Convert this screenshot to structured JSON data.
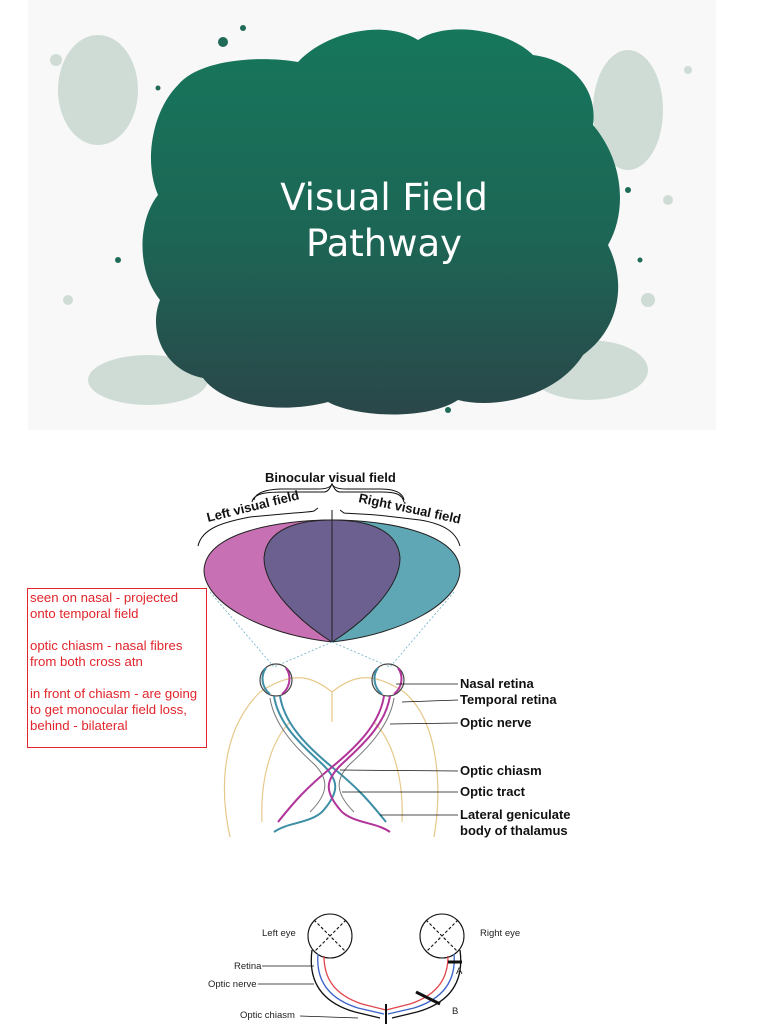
{
  "slide": {
    "title_line1": "Visual Field",
    "title_line2": "Pathway",
    "colors": {
      "blob_top": "#16775c",
      "blob_bottom": "#27484a",
      "splatter": "#c9d9d2"
    }
  },
  "diagram_top": {
    "binocular_label": "Binocular visual field",
    "left_label": "Left visual field",
    "right_label": "Right visual field",
    "labels": {
      "nasal_retina": "Nasal retina",
      "temporal_retina": "Temporal retina",
      "optic_nerve": "Optic nerve",
      "optic_chiasm": "Optic chiasm",
      "optic_tract": "Optic tract",
      "lgn_line1": "Lateral geniculate",
      "lgn_line2": "body of thalamus"
    },
    "colors": {
      "left_field": "#c870b4",
      "overlap": "#6b6090",
      "right_field": "#5fa7b5",
      "left_pathway": "#b0349a",
      "right_pathway": "#3d8ea6",
      "brain_outline": "#e6c98a"
    }
  },
  "annotation": {
    "para1": "seen on nasal - projected onto temporal field",
    "para2": "optic chiasm - nasal fibres from both cross atn",
    "para3": "in front of chiasm - are going to get monocular field loss, behind - bilateral",
    "color": "#e0252b"
  },
  "diagram_bottom": {
    "left_eye": "Left eye",
    "right_eye": "Right eye",
    "retina": "Retina",
    "optic_nerve": "Optic nerve",
    "optic_chiasm": "Optic chiasm",
    "marker_a": "A",
    "marker_b": "B"
  }
}
